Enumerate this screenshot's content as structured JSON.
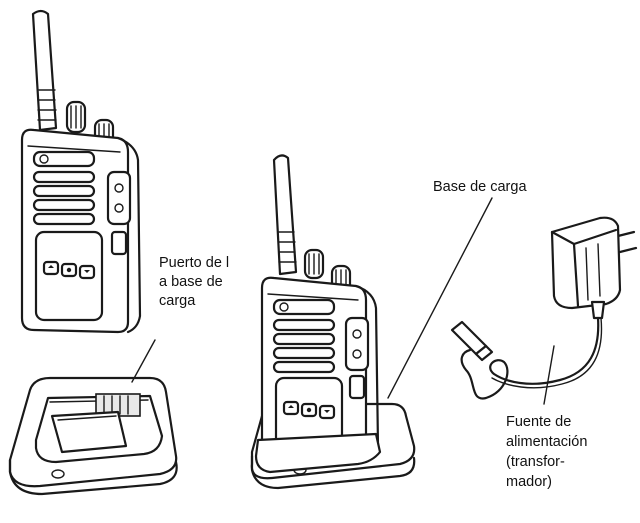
{
  "labels": {
    "charging_port": [
      "Puerto de l",
      "a base de",
      "carga"
    ],
    "charging_base": "Base de carga",
    "power_supply": [
      "Fuente de",
      "alimentación",
      "(transfor-",
      "mador)"
    ]
  }
}
